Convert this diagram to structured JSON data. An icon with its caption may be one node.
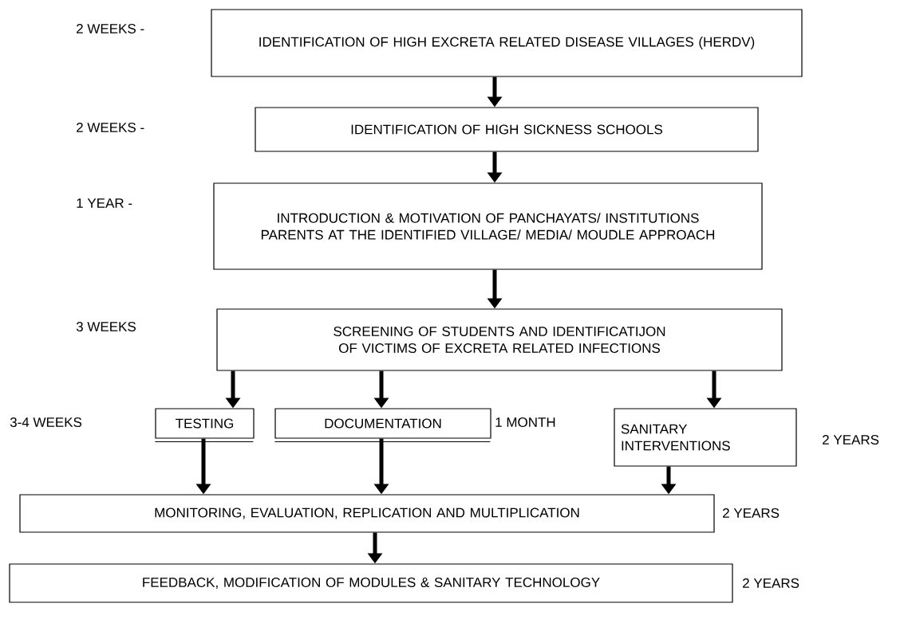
{
  "diagram": {
    "nodes": [
      {
        "text": [
          "IDENTIFICATION OF HIGH EXCRETA RELATED DISEASE VILLAGES (HERDV)"
        ]
      },
      {
        "text": [
          "IDENTIFICATION OF HIGH SICKNESS SCHOOLS"
        ]
      },
      {
        "text": [
          "INTRODUCTION & MOTIVATION OF PANCHAYATS/ INSTITUTIONS PARENTS AT THE IDENTIFIED VILLAGE/ MEDIA/ MOUDLE APPROACH"
        ]
      },
      {
        "text": [
          "SCREENING OF STUDENTS AND IDENTIFICATIJON OF VICTIMS OF EXCRETA RELATED INFECTIONS"
        ]
      },
      {
        "text": [
          "TESTING"
        ]
      },
      {
        "text": [
          "DOCUMENTATION"
        ],
        "beside": [
          "1 MONTH"
        ]
      },
      {
        "text": [
          "SANITARY INTERVENTIONS"
        ],
        "beside": [
          "2 YEARS"
        ]
      },
      {
        "text": [
          "MONITORING,  EVALUATION, REPLICATION AND MULTIPLICATION"
        ],
        "beside": [
          "2 YEARS"
        ]
      },
      {
        "text": [
          "FEEDBACK, MODIFICATION OF MODULES &  SANITARY TECHNOLOGY"
        ],
        "beside": [
          "2 YEARS"
        ]
      }
    ],
    "edges": [
      {
        "from": 0,
        "to": 1,
        "arrow": "to"
      },
      {
        "from": 1,
        "to": 2,
        "arrow": "to"
      },
      {
        "from": 2,
        "to": 3,
        "arrow": "to"
      },
      {
        "from": 3,
        "to": 4,
        "arrow": "to"
      },
      {
        "from": 3,
        "to": 5,
        "arrow": "to"
      },
      {
        "from": 3,
        "to": 6,
        "arrow": "to"
      },
      {
        "from": 4,
        "to": 7,
        "arrow": "to"
      },
      {
        "from": 5,
        "to": 7,
        "arrow": "to"
      },
      {
        "from": 6,
        "to": 7,
        "arrow": "to"
      },
      {
        "from": 7,
        "to": 8,
        "arrow": "to"
      }
    ],
    "labels": [
      "2 WEEKS -",
      "2 WEEKS -",
      "1 YEAR -",
      "3 WEEKS",
      "3-4 WEEKS"
    ]
  }
}
